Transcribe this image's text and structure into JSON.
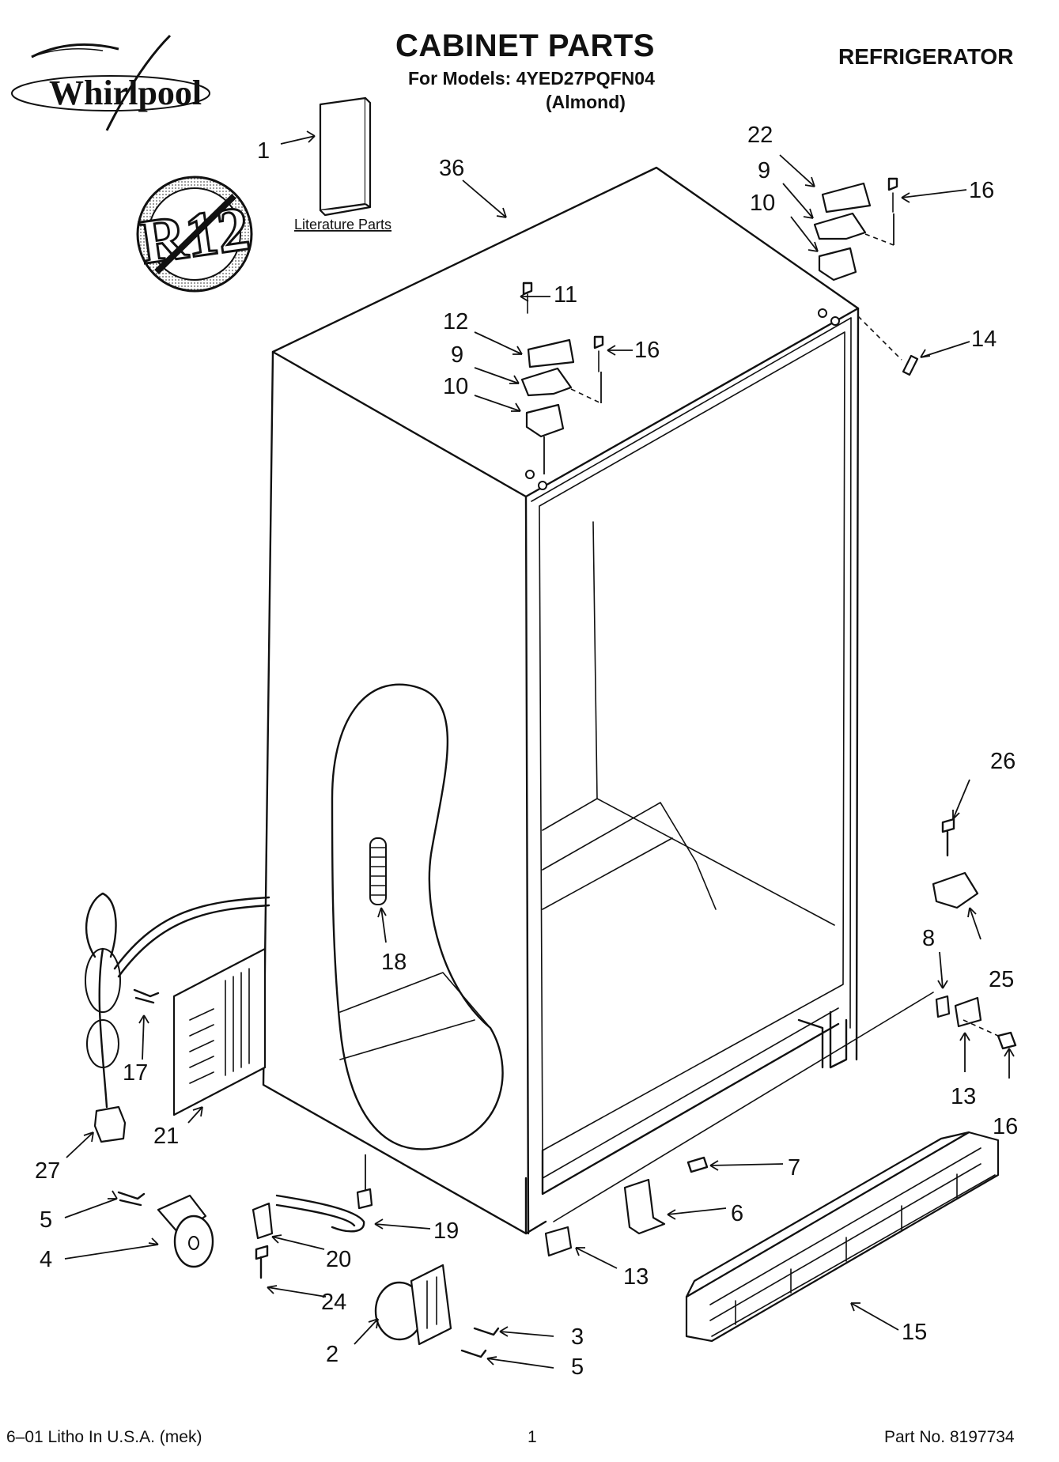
{
  "header": {
    "brand": "Whirlpool",
    "title": "CABINET PARTS",
    "models": "For Models: 4YED27PQFN04",
    "color": "(Almond)",
    "appliance": "REFRIGERATOR"
  },
  "badge": {
    "text": "R12"
  },
  "literature": {
    "label": "Literature Parts"
  },
  "callouts": {
    "c1": "1",
    "c2": "2",
    "c3": "3",
    "c4": "4",
    "c5a": "5",
    "c5b": "5",
    "c6": "6",
    "c7": "7",
    "c8": "8",
    "c9a": "9",
    "c9b": "9",
    "c10a": "10",
    "c10b": "10",
    "c11": "11",
    "c12": "12",
    "c13a": "13",
    "c13b": "13",
    "c14": "14",
    "c15": "15",
    "c16a": "16",
    "c16b": "16",
    "c16c": "16",
    "c17": "17",
    "c18": "18",
    "c19": "19",
    "c20": "20",
    "c21": "21",
    "c22": "22",
    "c24": "24",
    "c25": "25",
    "c26": "26",
    "c27": "27",
    "c36": "36"
  },
  "footer": {
    "left": "6–01 Litho In U.S.A. (mek)",
    "center": "1",
    "right": "Part No. 8197734"
  },
  "colors": {
    "ink": "#111111",
    "paper": "#ffffff"
  }
}
